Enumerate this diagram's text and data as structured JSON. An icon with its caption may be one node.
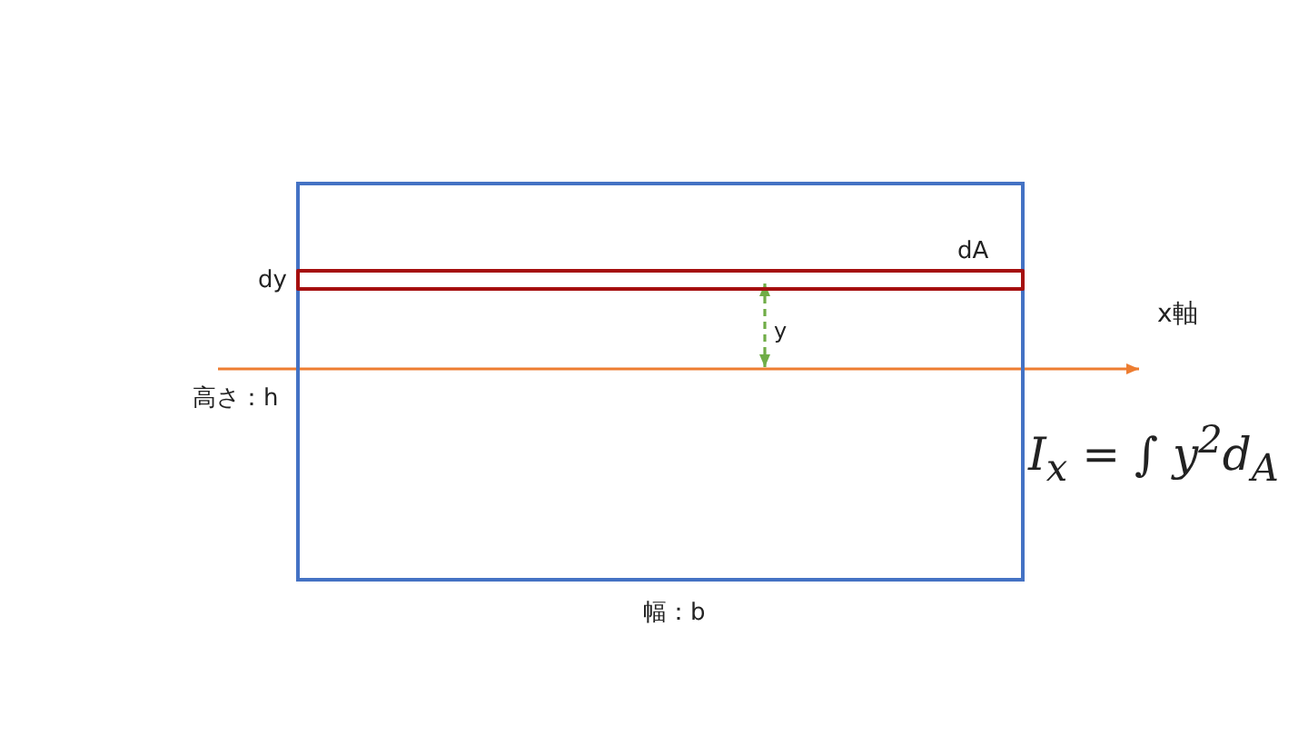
{
  "diagram": {
    "nodes": [
      {
        "text": [],
        "shape": "box",
        "beside": [
          "高さ：h",
          "幅：b"
        ]
      },
      {
        "text": [],
        "shape": "bar",
        "in": 0,
        "beside": [
          "dy",
          "dA"
        ]
      }
    ],
    "labels": [
      "y",
      "x軸",
      "I$_{x}$ = ∫ y$^{2}$d$_{A}$"
    ]
  }
}
